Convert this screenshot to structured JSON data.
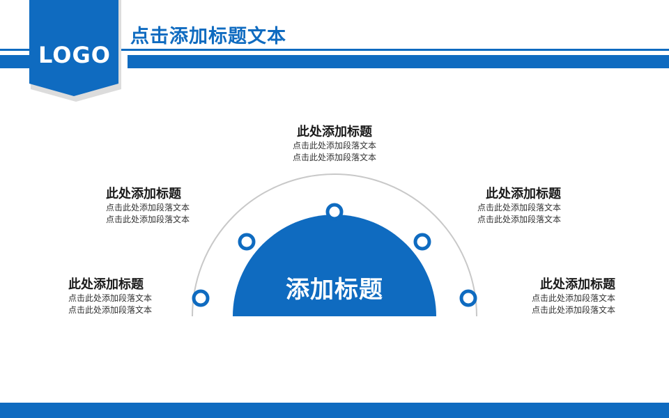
{
  "header": {
    "title": "点击添加标题文本",
    "logo_text": "LOGO"
  },
  "diagram": {
    "center_title": "添加标题",
    "items": [
      {
        "title": "此处添加标题",
        "lines": [
          "点击此处添加段落文本",
          "点击此处添加段落文本"
        ]
      },
      {
        "title": "此处添加标题",
        "lines": [
          "点击此处添加段落文本",
          "点击此处添加段落文本"
        ]
      },
      {
        "title": "此处添加标题",
        "lines": [
          "点击此处添加段落文本",
          "点击此处添加段落文本"
        ]
      },
      {
        "title": "此处添加标题",
        "lines": [
          "点击此处添加段落文本",
          "点击此处添加段落文本"
        ]
      },
      {
        "title": "此处添加标题",
        "lines": [
          "点击此处添加段落文本",
          "点击此处添加段落文本"
        ]
      }
    ]
  },
  "colors": {
    "accent": "#0f6bc0",
    "arc": "#c8c8c8",
    "text": "#1a1a1a"
  }
}
